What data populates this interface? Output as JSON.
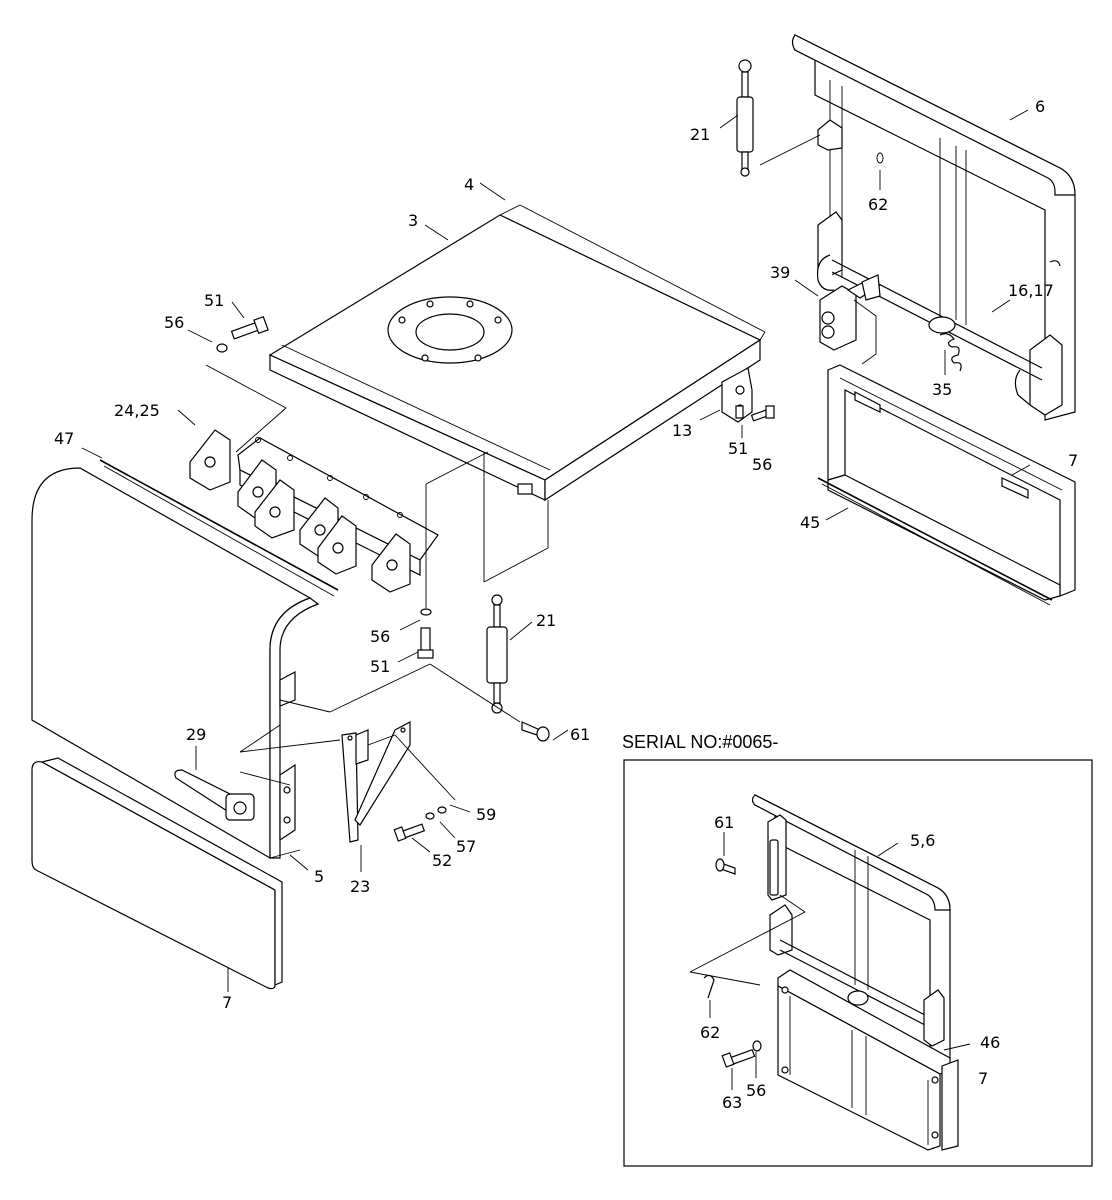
{
  "serial_heading": "SERIAL NO:#0065-",
  "labels": {
    "l21a": "21",
    "l6a": "6",
    "l62a": "62",
    "l4": "4",
    "l3": "3",
    "l39": "39",
    "l1617": "16,17",
    "l35": "35",
    "l51a": "51",
    "l56a": "56",
    "l2425": "24,25",
    "l47": "47",
    "l13": "13",
    "l51b": "51",
    "l56b": "56",
    "l7a": "7",
    "l45": "45",
    "l56c": "56",
    "l21b": "21",
    "l51c": "51",
    "l61a": "61",
    "l29": "29",
    "l59": "59",
    "l57": "57",
    "l52": "52",
    "l5": "5",
    "l23": "23",
    "l7b": "7",
    "l61b": "61",
    "l56_6": "5,6",
    "l62b": "62",
    "l46": "46",
    "l7c": "7",
    "l63": "63",
    "l56d": "56"
  }
}
